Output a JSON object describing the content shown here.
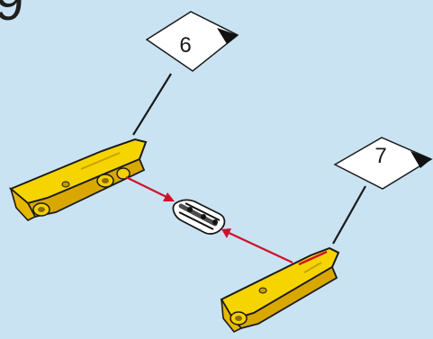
{
  "step": {
    "number": "9"
  },
  "tags": [
    {
      "label": "6"
    },
    {
      "label": "7"
    }
  ],
  "colors": {
    "background": "#c9e3f3",
    "part": "#f6d400",
    "part_shadow": "#d8a800",
    "arrow": "#d20f2a",
    "tag_card": "#ffffff",
    "outline": "#1a1a1a"
  },
  "icons": {
    "part_left": "yellow-beam-part-icon",
    "part_right": "yellow-beam-part-icon",
    "connector": "connector-pin-icon"
  }
}
